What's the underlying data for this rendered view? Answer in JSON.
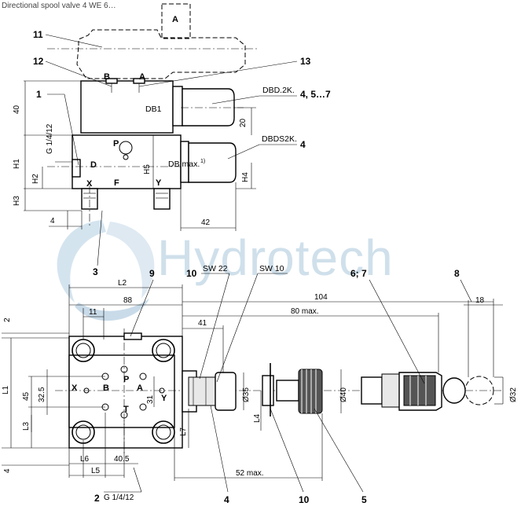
{
  "title": "Directional spool valve 4 WE 6…",
  "watermark": "Hydrotech",
  "callouts": {
    "c1": "1",
    "c2": "2",
    "c3": "3",
    "c4": "4",
    "c4b": "4",
    "c4c": "4, 5…7",
    "c5": "5",
    "c67": "6; 7",
    "c8": "8",
    "c9": "9",
    "c10a": "10",
    "c10b": "10",
    "c11": "11",
    "c12": "12",
    "c13": "13"
  },
  "labels": {
    "dbd": "DBD.2K.",
    "dbds": "DBDS2K.",
    "db1": "DB1",
    "dbmax": "DB max.",
    "dbmax_sup": "1)",
    "sw22": "SW 22",
    "sw10": "SW 10",
    "thread_top": "G 1/4/12",
    "thread_bottom": "G 1/4/12"
  },
  "ports": {
    "A_top": "A",
    "B_small": "B",
    "A_small": "A",
    "P_side": "P",
    "D_side": "D",
    "F_side": "F",
    "X_side": "X",
    "Y_side": "Y",
    "X": "X",
    "B": "B",
    "P": "P",
    "A": "A",
    "T": "T",
    "Y": "Y"
  },
  "dims": {
    "d40": "40",
    "d20": "20",
    "H1": "H1",
    "H2": "H2",
    "H3": "H3",
    "H4": "H4",
    "H5": "H5",
    "d4a": "4",
    "d42": "42",
    "L2": "L2",
    "d88": "88",
    "d11": "11",
    "d104": "104",
    "d80": "80 max.",
    "d41": "41",
    "d18": "18",
    "d2": "2",
    "L1": "L1",
    "d45": "45",
    "d325": "32.5",
    "L3": "L3",
    "d31": "31",
    "L7": "L7",
    "phi35": "Ø35",
    "L4": "L4",
    "phi40": "Ø40",
    "phi32": "Ø32",
    "d4b": "4",
    "L6": "L6",
    "d405": "40.5",
    "L5": "L5",
    "d52": "52 max."
  }
}
